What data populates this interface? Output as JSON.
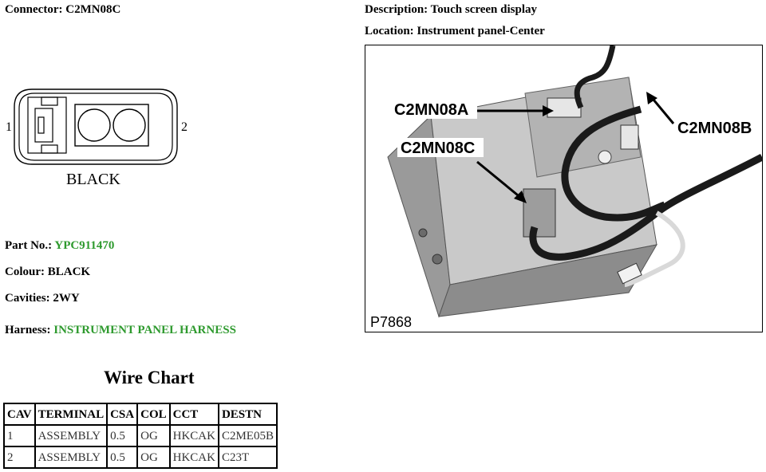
{
  "connector": {
    "label": "Connector:",
    "value": "C2MN08C"
  },
  "description": {
    "label": "Description:",
    "value": "Touch screen display"
  },
  "location": {
    "label": "Location:",
    "value": "Instrument panel-Center"
  },
  "diagram": {
    "pin_left": "1",
    "pin_right": "2",
    "color_caption": "BLACK"
  },
  "part_no": {
    "label": "Part No.:",
    "value": "YPC911470"
  },
  "colour": {
    "label": "Colour:",
    "value": "BLACK"
  },
  "cavities": {
    "label": "Cavities:",
    "value": "2WY"
  },
  "harness": {
    "label": "Harness:",
    "value": "INSTRUMENT PANEL HARNESS"
  },
  "photo": {
    "callout_a": "C2MN08A",
    "callout_b": "C2MN08B",
    "callout_c": "C2MN08C",
    "figure_id": "P7868"
  },
  "wire_chart": {
    "title": "Wire Chart",
    "headers": [
      "CAV",
      "TERMINAL",
      "CSA",
      "COL",
      "CCT",
      "DESTN"
    ],
    "rows": [
      [
        "1",
        "ASSEMBLY",
        "0.5",
        "OG",
        "HKCAK",
        "C2ME05B"
      ],
      [
        "2",
        "ASSEMBLY",
        "0.5",
        "OG",
        "HKCAK",
        "C23T"
      ]
    ]
  },
  "colors": {
    "link_green": "#2e9a2e"
  }
}
